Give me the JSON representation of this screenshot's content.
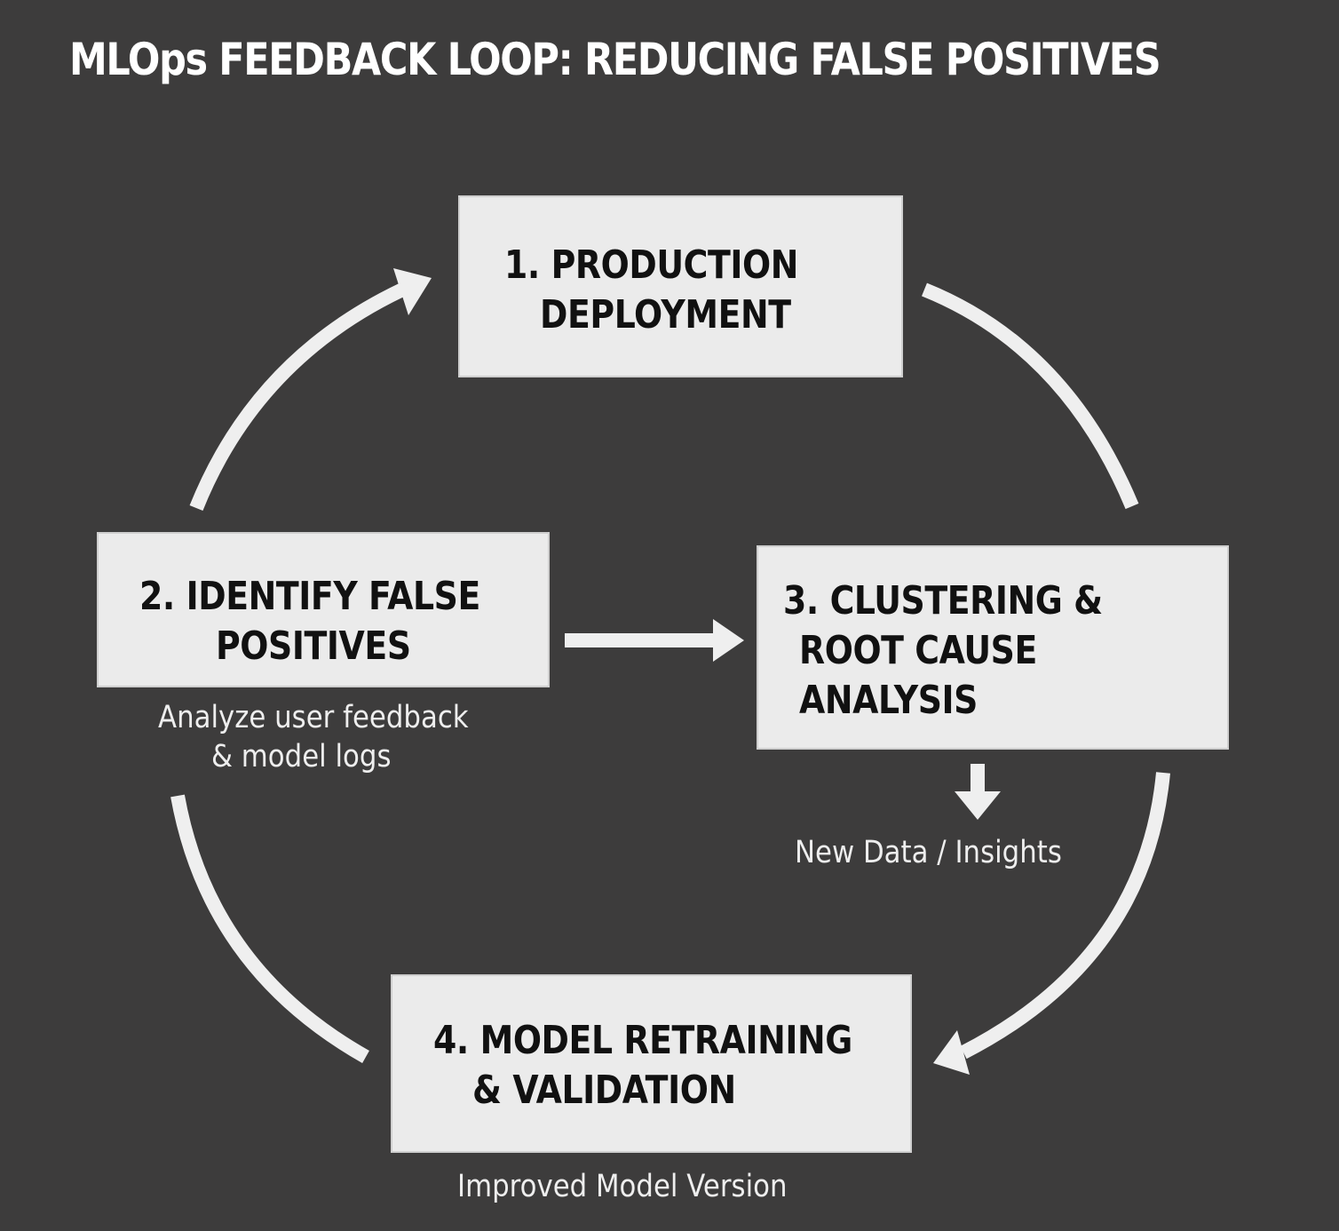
{
  "title": "MLOps FEEDBACK LOOP: REDUCING FALSE POSITIVES",
  "colors": {
    "background": "#3d3c3c",
    "box_fill": "#ebebeb",
    "box_text": "#111111",
    "arrow": "#efefef",
    "caption_text": "#eeeeee"
  },
  "steps": [
    {
      "lines": [
        "1. PRODUCTION",
        "DEPLOYMENT"
      ]
    },
    {
      "lines": [
        "2. IDENTIFY FALSE",
        "POSITIVES"
      ],
      "caption": [
        "Analyze user feedback",
        "& model logs"
      ]
    },
    {
      "lines": [
        "3. CLUSTERING &",
        "ROOT CAUSE",
        "ANALYSIS"
      ],
      "caption": [
        "New Data / Insights"
      ]
    },
    {
      "lines": [
        "4. MODEL RETRAINING",
        "& VALIDATION"
      ],
      "caption": [
        "Improved Model Version"
      ]
    }
  ],
  "connections": [
    {
      "from": "2. IDENTIFY FALSE POSITIVES",
      "to": "1. PRODUCTION DEPLOYMENT",
      "style": "curved-arrow"
    },
    {
      "from": "1. PRODUCTION DEPLOYMENT",
      "to": "3. CLUSTERING & ROOT CAUSE ANALYSIS",
      "style": "curved-line"
    },
    {
      "from": "2. IDENTIFY FALSE POSITIVES",
      "to": "3. CLUSTERING & ROOT CAUSE ANALYSIS",
      "style": "straight-arrow"
    },
    {
      "from": "3. CLUSTERING & ROOT CAUSE ANALYSIS",
      "to": "New Data / Insights",
      "style": "down-arrow"
    },
    {
      "from": "3. CLUSTERING & ROOT CAUSE ANALYSIS",
      "to": "4. MODEL RETRAINING & VALIDATION",
      "style": "curved-arrow"
    },
    {
      "from": "4. MODEL RETRAINING & VALIDATION",
      "to": "2. IDENTIFY FALSE POSITIVES",
      "style": "curved-line"
    }
  ]
}
